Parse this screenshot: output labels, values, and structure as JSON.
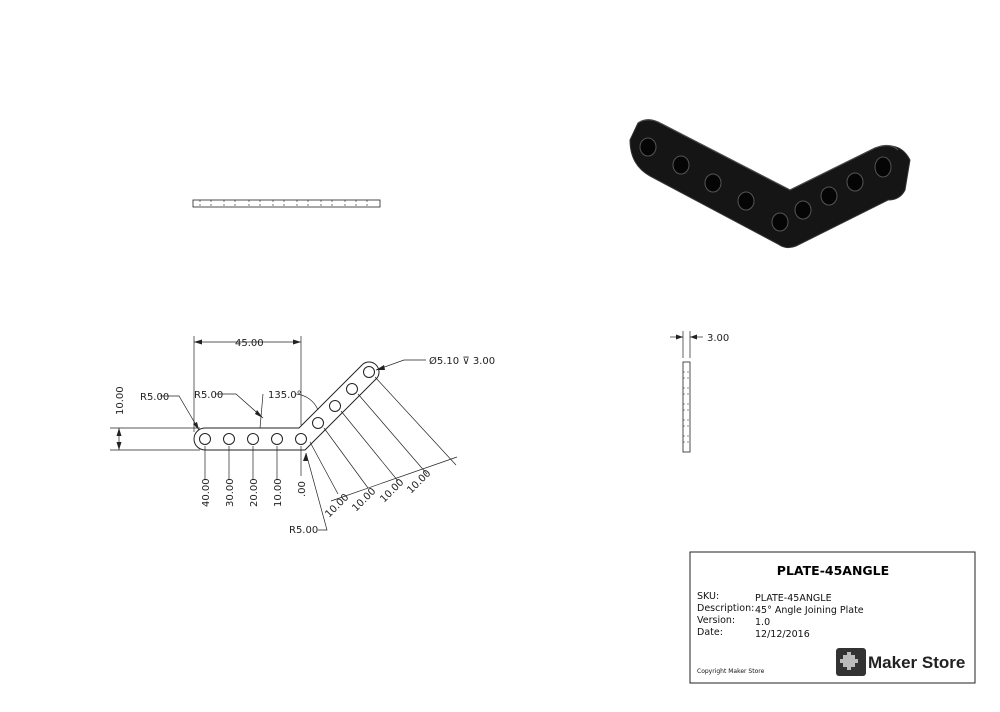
{
  "title_block": {
    "part_title": "PLATE-45ANGLE",
    "fields": [
      {
        "label": "SKU:",
        "value": "PLATE-45ANGLE"
      },
      {
        "label": "Description:",
        "value": "45° Angle Joining Plate"
      },
      {
        "label": "Version:",
        "value": "1.0"
      },
      {
        "label": "Date:",
        "value": "12/12/2016"
      }
    ],
    "copyright": "Copyright Maker Store",
    "brand": "Maker Store"
  },
  "dimensions": {
    "length": "45.00",
    "width": "10.00",
    "angle": "135.0°",
    "r_left": "R5.00",
    "r_inner": "R5.00",
    "r_bottom": "R5.00",
    "hole": "Ø5.10 ⊽ 3.00",
    "thickness": "3.00",
    "ord_h": [
      "40.00",
      "30.00",
      "20.00",
      "10.00",
      ".00"
    ],
    "ord_d": [
      "10.00",
      "10.00",
      "10.00",
      "10.00"
    ]
  },
  "colors": {
    "line": "#222222",
    "part": "#1a1a1a",
    "part_edge": "#3a3a3a"
  }
}
